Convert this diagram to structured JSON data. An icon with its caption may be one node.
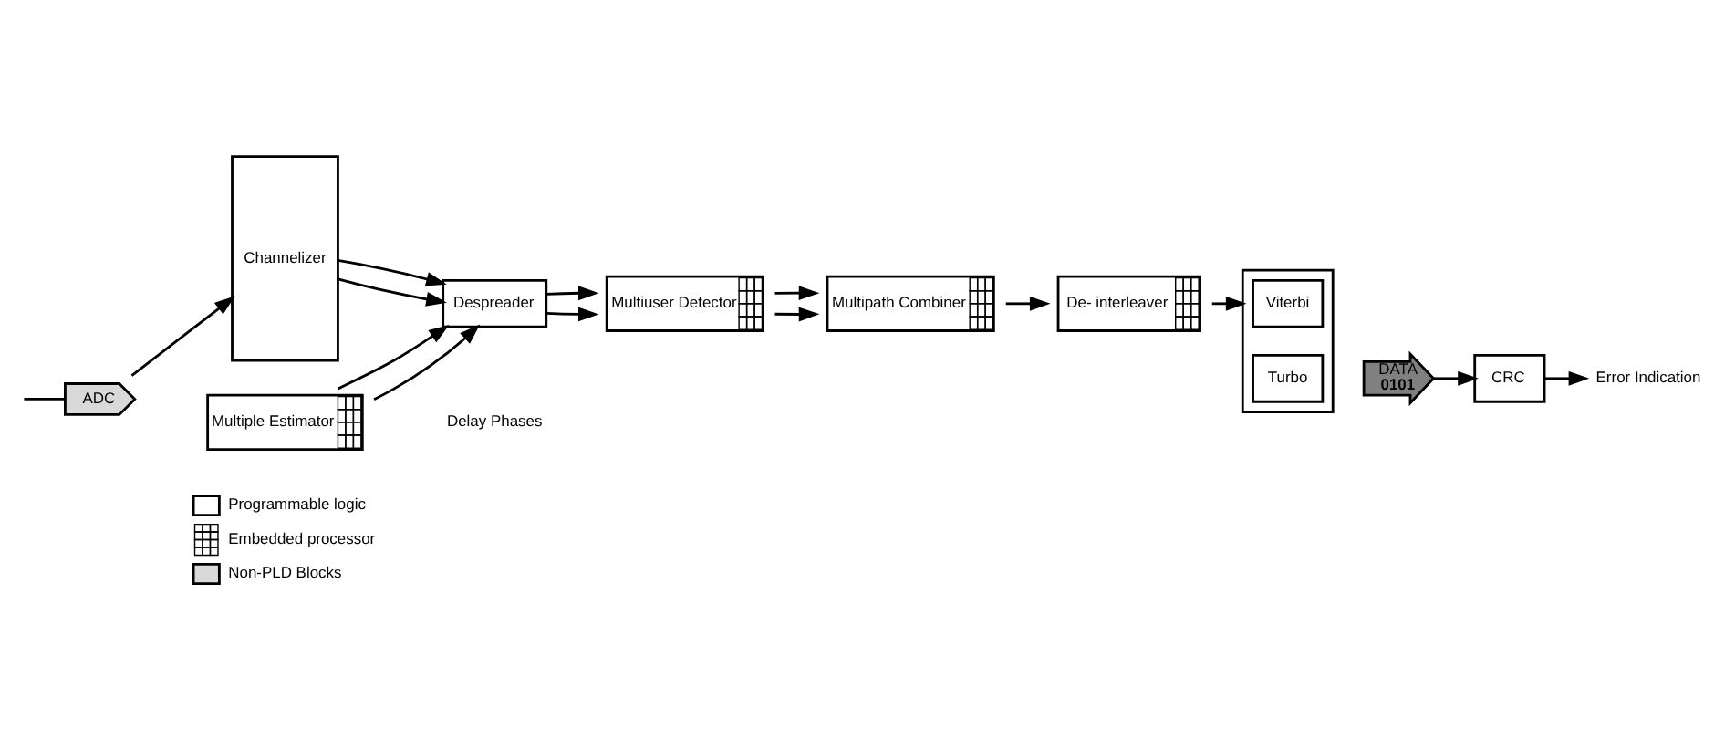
{
  "diagram": {
    "nodes": [
      {
        "text": [
          "Multiple Estimator"
        ]
      },
      {
        "text": [
          "ADC"
        ]
      },
      {
        "text": [
          "Channelizer"
        ]
      },
      {
        "text": [
          "Despreader"
        ]
      },
      {
        "text": [
          "Multiuser Detector"
        ]
      },
      {
        "text": [
          "Multipath Combiner"
        ]
      },
      {
        "text": [
          "De- interleaver"
        ]
      },
      {
        "text": [],
        "shape": "box"
      },
      {
        "text": [
          "Viterbi"
        ],
        "in": 7
      },
      {
        "text": [
          "Turbo"
        ],
        "in": 7
      },
      {
        "text": [
          "DATA",
          "0101"
        ]
      },
      {
        "text": [
          "CRC"
        ]
      },
      {
        "text": [
          "Error Indication"
        ]
      }
    ],
    "edges": [
      {
        "from": null,
        "to": 1,
        "arrow": "none"
      },
      {
        "from": 1,
        "to": 2,
        "arrow": "to"
      },
      {
        "from": 2,
        "to": 3,
        "arrow": "to"
      },
      {
        "from": 2,
        "to": 3,
        "arrow": "to"
      },
      {
        "from": 0,
        "to": 3,
        "arrow": "to"
      },
      {
        "from": 0,
        "to": 3,
        "arrow": "to"
      },
      {
        "from": 3,
        "to": 4,
        "arrow": "to"
      },
      {
        "from": 3,
        "to": 4,
        "arrow": "to"
      },
      {
        "from": 4,
        "to": 5,
        "arrow": "to"
      },
      {
        "from": 4,
        "to": 5,
        "arrow": "to"
      },
      {
        "from": 5,
        "to": 6,
        "arrow": "to"
      },
      {
        "from": 6,
        "to": 7,
        "arrow": "to"
      },
      {
        "from": 10,
        "to": 11,
        "arrow": "to"
      },
      {
        "from": 11,
        "to": 12,
        "arrow": "to"
      }
    ],
    "labels": [
      "Delay Phases"
    ],
    "legend": [
      {
        "text": "Programmable logic",
        "color": "#ffffff"
      },
      {
        "text": "Embedded processor"
      },
      {
        "text": "Non-PLD Blocks",
        "color": "#d9d9d9"
      }
    ]
  }
}
